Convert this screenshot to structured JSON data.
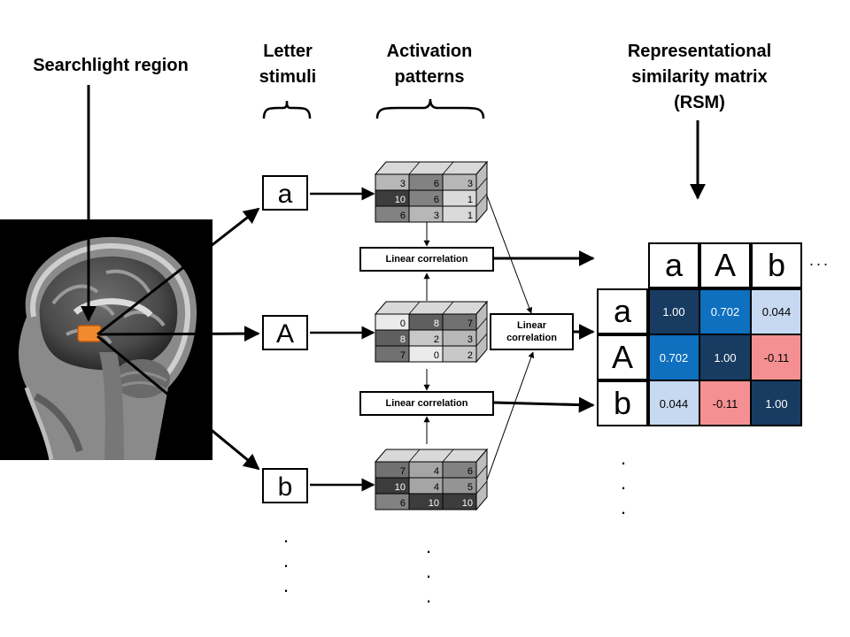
{
  "labels": {
    "searchlight": "Searchlight region",
    "letter_stimuli": [
      "Letter",
      "stimuli"
    ],
    "activation_patterns": [
      "Activation",
      "patterns"
    ],
    "rsm": [
      "Representational",
      "similarity matrix",
      "(RSM)"
    ]
  },
  "letters": [
    "a",
    "A",
    "b"
  ],
  "correlation_labels": {
    "pair_1": "Linear correlation",
    "pair_2": "Linear correlation",
    "cross": [
      "Linear",
      "correlation"
    ]
  },
  "activation_patterns": [
    {
      "letter": "a",
      "values": [
        [
          3,
          6,
          3
        ],
        [
          10,
          6,
          1
        ],
        [
          6,
          3,
          1
        ]
      ]
    },
    {
      "letter": "A",
      "values": [
        [
          0,
          8,
          7
        ],
        [
          8,
          2,
          3
        ],
        [
          7,
          0,
          2
        ]
      ]
    },
    {
      "letter": "b",
      "values": [
        [
          7,
          4,
          6
        ],
        [
          10,
          4,
          5
        ],
        [
          6,
          10,
          10
        ]
      ]
    }
  ],
  "rsm": {
    "headers": [
      "a",
      "A",
      "b"
    ],
    "values": [
      [
        "1.00",
        "0.702",
        "0.044"
      ],
      [
        "0.702",
        "1.00",
        "-0.11"
      ],
      [
        "0.044",
        "-0.11",
        "1.00"
      ]
    ],
    "colors": [
      [
        "#183b62",
        "#0f70bf",
        "#c7d9f0"
      ],
      [
        "#0f70bf",
        "#183b62",
        "#f49092"
      ],
      [
        "#c7d9f0",
        "#f49092",
        "#183b62"
      ]
    ]
  },
  "ellipsis_vertical": ".",
  "ellipsis_horizontal": "..."
}
